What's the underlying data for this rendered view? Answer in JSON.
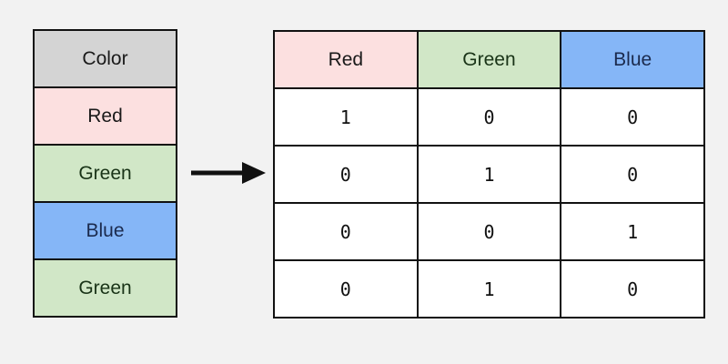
{
  "background_color": "#f2f2f2",
  "palette": {
    "header_gray": "#d4d4d4",
    "red_fill": "#fce0e0",
    "green_fill": "#d1e7c7",
    "blue_fill": "#85b6f7",
    "cell_white": "#ffffff",
    "border": "#111111",
    "red_text": "#1a1a1a",
    "green_text": "#193317",
    "blue_text": "#1b2a4d"
  },
  "source_table": {
    "header": "Color",
    "rows": [
      {
        "label": "Red",
        "kind": "red"
      },
      {
        "label": "Green",
        "kind": "green"
      },
      {
        "label": "Blue",
        "kind": "blue"
      },
      {
        "label": "Green",
        "kind": "green"
      }
    ]
  },
  "arrow": {
    "name": "transform-arrow",
    "direction": "right"
  },
  "onehot_table": {
    "headers": [
      {
        "label": "Red",
        "kind": "red"
      },
      {
        "label": "Green",
        "kind": "green"
      },
      {
        "label": "Blue",
        "kind": "blue"
      }
    ],
    "rows": [
      [
        "1",
        "0",
        "0"
      ],
      [
        "0",
        "1",
        "0"
      ],
      [
        "0",
        "0",
        "1"
      ],
      [
        "0",
        "1",
        "0"
      ]
    ]
  }
}
